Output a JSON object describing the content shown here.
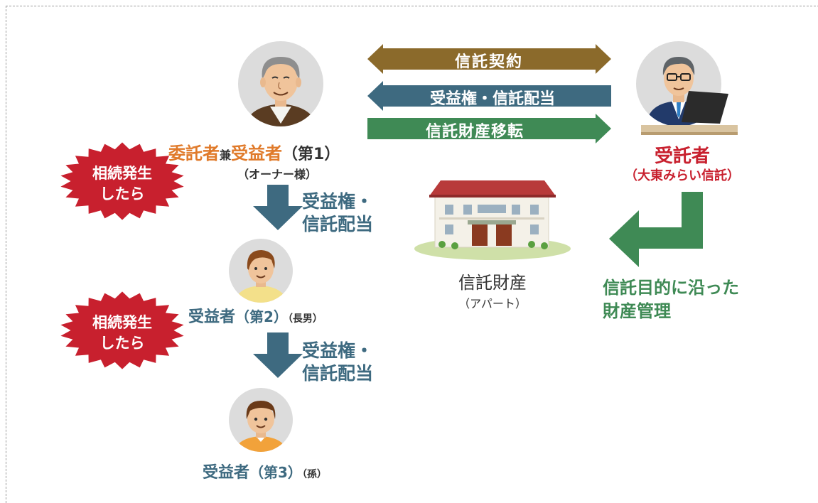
{
  "colors": {
    "contract": "#8b6a2b",
    "benefit": "#3e6a80",
    "transfer": "#3f8a55",
    "red": "#c8202e",
    "orange": "#e07a2a",
    "teal": "#3e6a80",
    "green": "#3f8a55"
  },
  "arrows": {
    "contract": "信託契約",
    "benefit": "受益権・信託配当",
    "transfer": "信託財産移転"
  },
  "owner": {
    "settlor": "委託者",
    "connector": "兼",
    "beneficiary": "受益者",
    "number": "（第1）",
    "sub": "（オーナー様）"
  },
  "trustee": {
    "title": "受託者",
    "sub": "（大東みらい信託）"
  },
  "inheritance_badges": [
    {
      "line1": "相続発生",
      "line2": "したら"
    },
    {
      "line1": "相続発生",
      "line2": "したら"
    }
  ],
  "transfers": [
    {
      "line1": "受益権・",
      "line2": "信託配当"
    },
    {
      "line1": "受益権・",
      "line2": "信託配当"
    }
  ],
  "second": {
    "label": "受益者",
    "number": "（第2）",
    "relation": "（長男）"
  },
  "third": {
    "label": "受益者",
    "number": "（第3）",
    "relation": "（孫）"
  },
  "property": {
    "label": "信託財産",
    "sub": "（アパート）"
  },
  "management": {
    "line1": "信託目的に沿った",
    "line2": "財産管理"
  },
  "icons": [
    "elderly-man-icon",
    "businessman-laptop-icon",
    "apartment-building-icon",
    "young-man-icon",
    "boy-icon"
  ]
}
